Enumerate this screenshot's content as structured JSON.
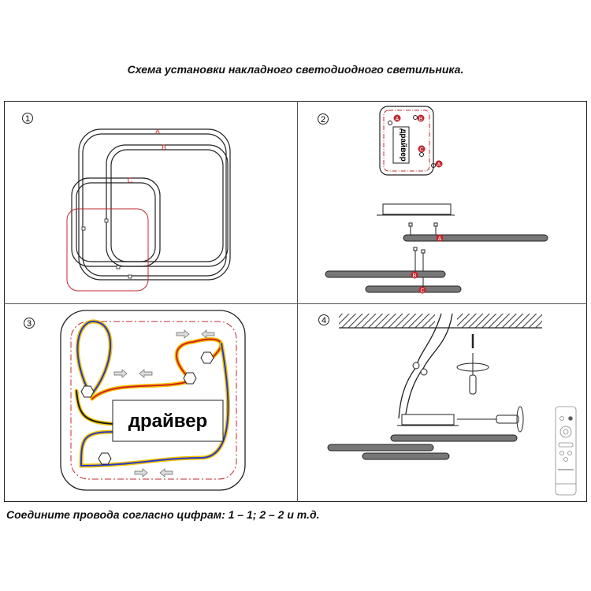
{
  "title": "Схема установки накладного светодиодного светильника.",
  "footer": "Соедините провода согласно цифрам: 1 – 1; 2 – 2 и т.д.",
  "colors": {
    "line": "#222222",
    "accent": "#c0282d",
    "wire_colors": [
      "#1a1a1a",
      "#d42020",
      "#f2c200",
      "#2a3ac8",
      "#2aa82a"
    ]
  },
  "panels": [
    {
      "step": "1",
      "ring_labels": [
        "A",
        "B",
        "C"
      ]
    },
    {
      "step": "2",
      "driver_label": "драйвер",
      "markers": [
        "A",
        "B",
        "C",
        "A"
      ],
      "bar_markers": [
        "A",
        "B",
        "C"
      ]
    },
    {
      "step": "3",
      "driver_label": "драйвер"
    },
    {
      "step": "4"
    }
  ],
  "icons": {
    "step_marker": "circled-number",
    "arrow": "arrow-icon",
    "nut": "hex-nut-icon",
    "screwdriver": "screwdriver-icon",
    "screw": "screw-icon",
    "remote": "remote-control-icon",
    "rotate": "rotate-arrow-icon"
  }
}
